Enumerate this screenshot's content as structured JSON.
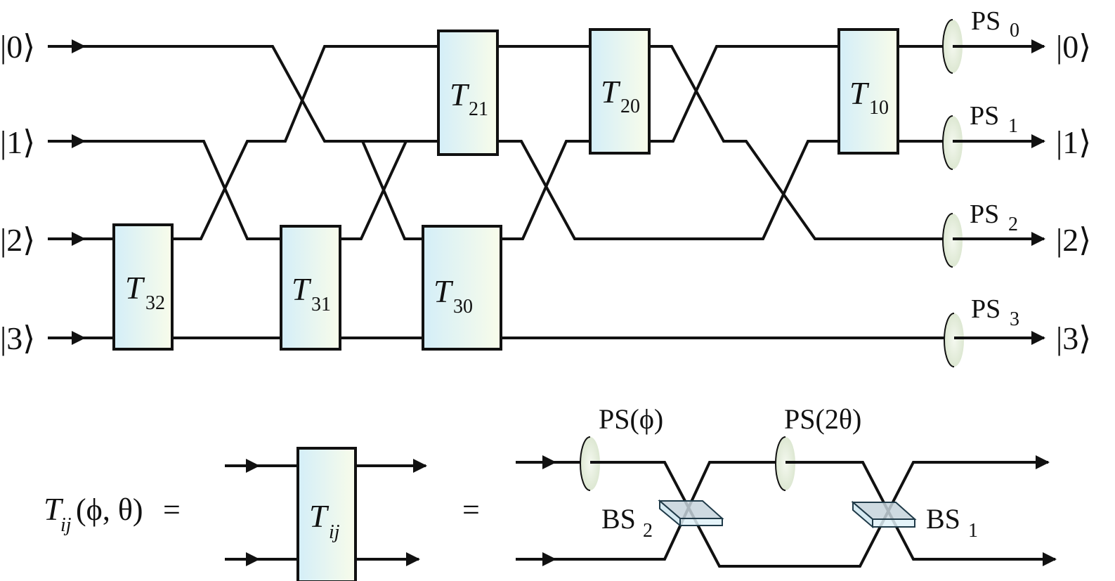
{
  "inputs": [
    "|0⟩",
    "|1⟩",
    "|2⟩",
    "|3⟩"
  ],
  "outputs": [
    "|0⟩",
    "|1⟩",
    "|2⟩",
    "|3⟩"
  ],
  "gates": [
    {
      "name": "T",
      "sub": "32"
    },
    {
      "name": "T",
      "sub": "31"
    },
    {
      "name": "T",
      "sub": "21"
    },
    {
      "name": "T",
      "sub": "30"
    },
    {
      "name": "T",
      "sub": "20"
    },
    {
      "name": "T",
      "sub": "10"
    }
  ],
  "phase_shifters": [
    {
      "name": "PS",
      "sub": "0"
    },
    {
      "name": "PS",
      "sub": "1"
    },
    {
      "name": "PS",
      "sub": "2"
    },
    {
      "name": "PS",
      "sub": "3"
    }
  ],
  "definition": {
    "lhs_T": "T",
    "lhs_sub": "ij",
    "lhs_args": "(ϕ, θ)",
    "equals": "=",
    "box_T": "T",
    "box_sub": "ij",
    "equals2": "=",
    "ps_phi": "PS(ϕ)",
    "ps_2theta": "PS(2θ)",
    "bs2_name": "BS",
    "bs2_sub": "2",
    "bs1_name": "BS",
    "bs1_sub": "1"
  },
  "colors": {
    "gate_fill_left": "#d4eef8",
    "gate_fill_right": "#f8fcea",
    "ps_fill": "#e4eedc",
    "bs_top": "#c5d4dc",
    "bs_side": "#dff1f8",
    "stroke": "#111111"
  }
}
